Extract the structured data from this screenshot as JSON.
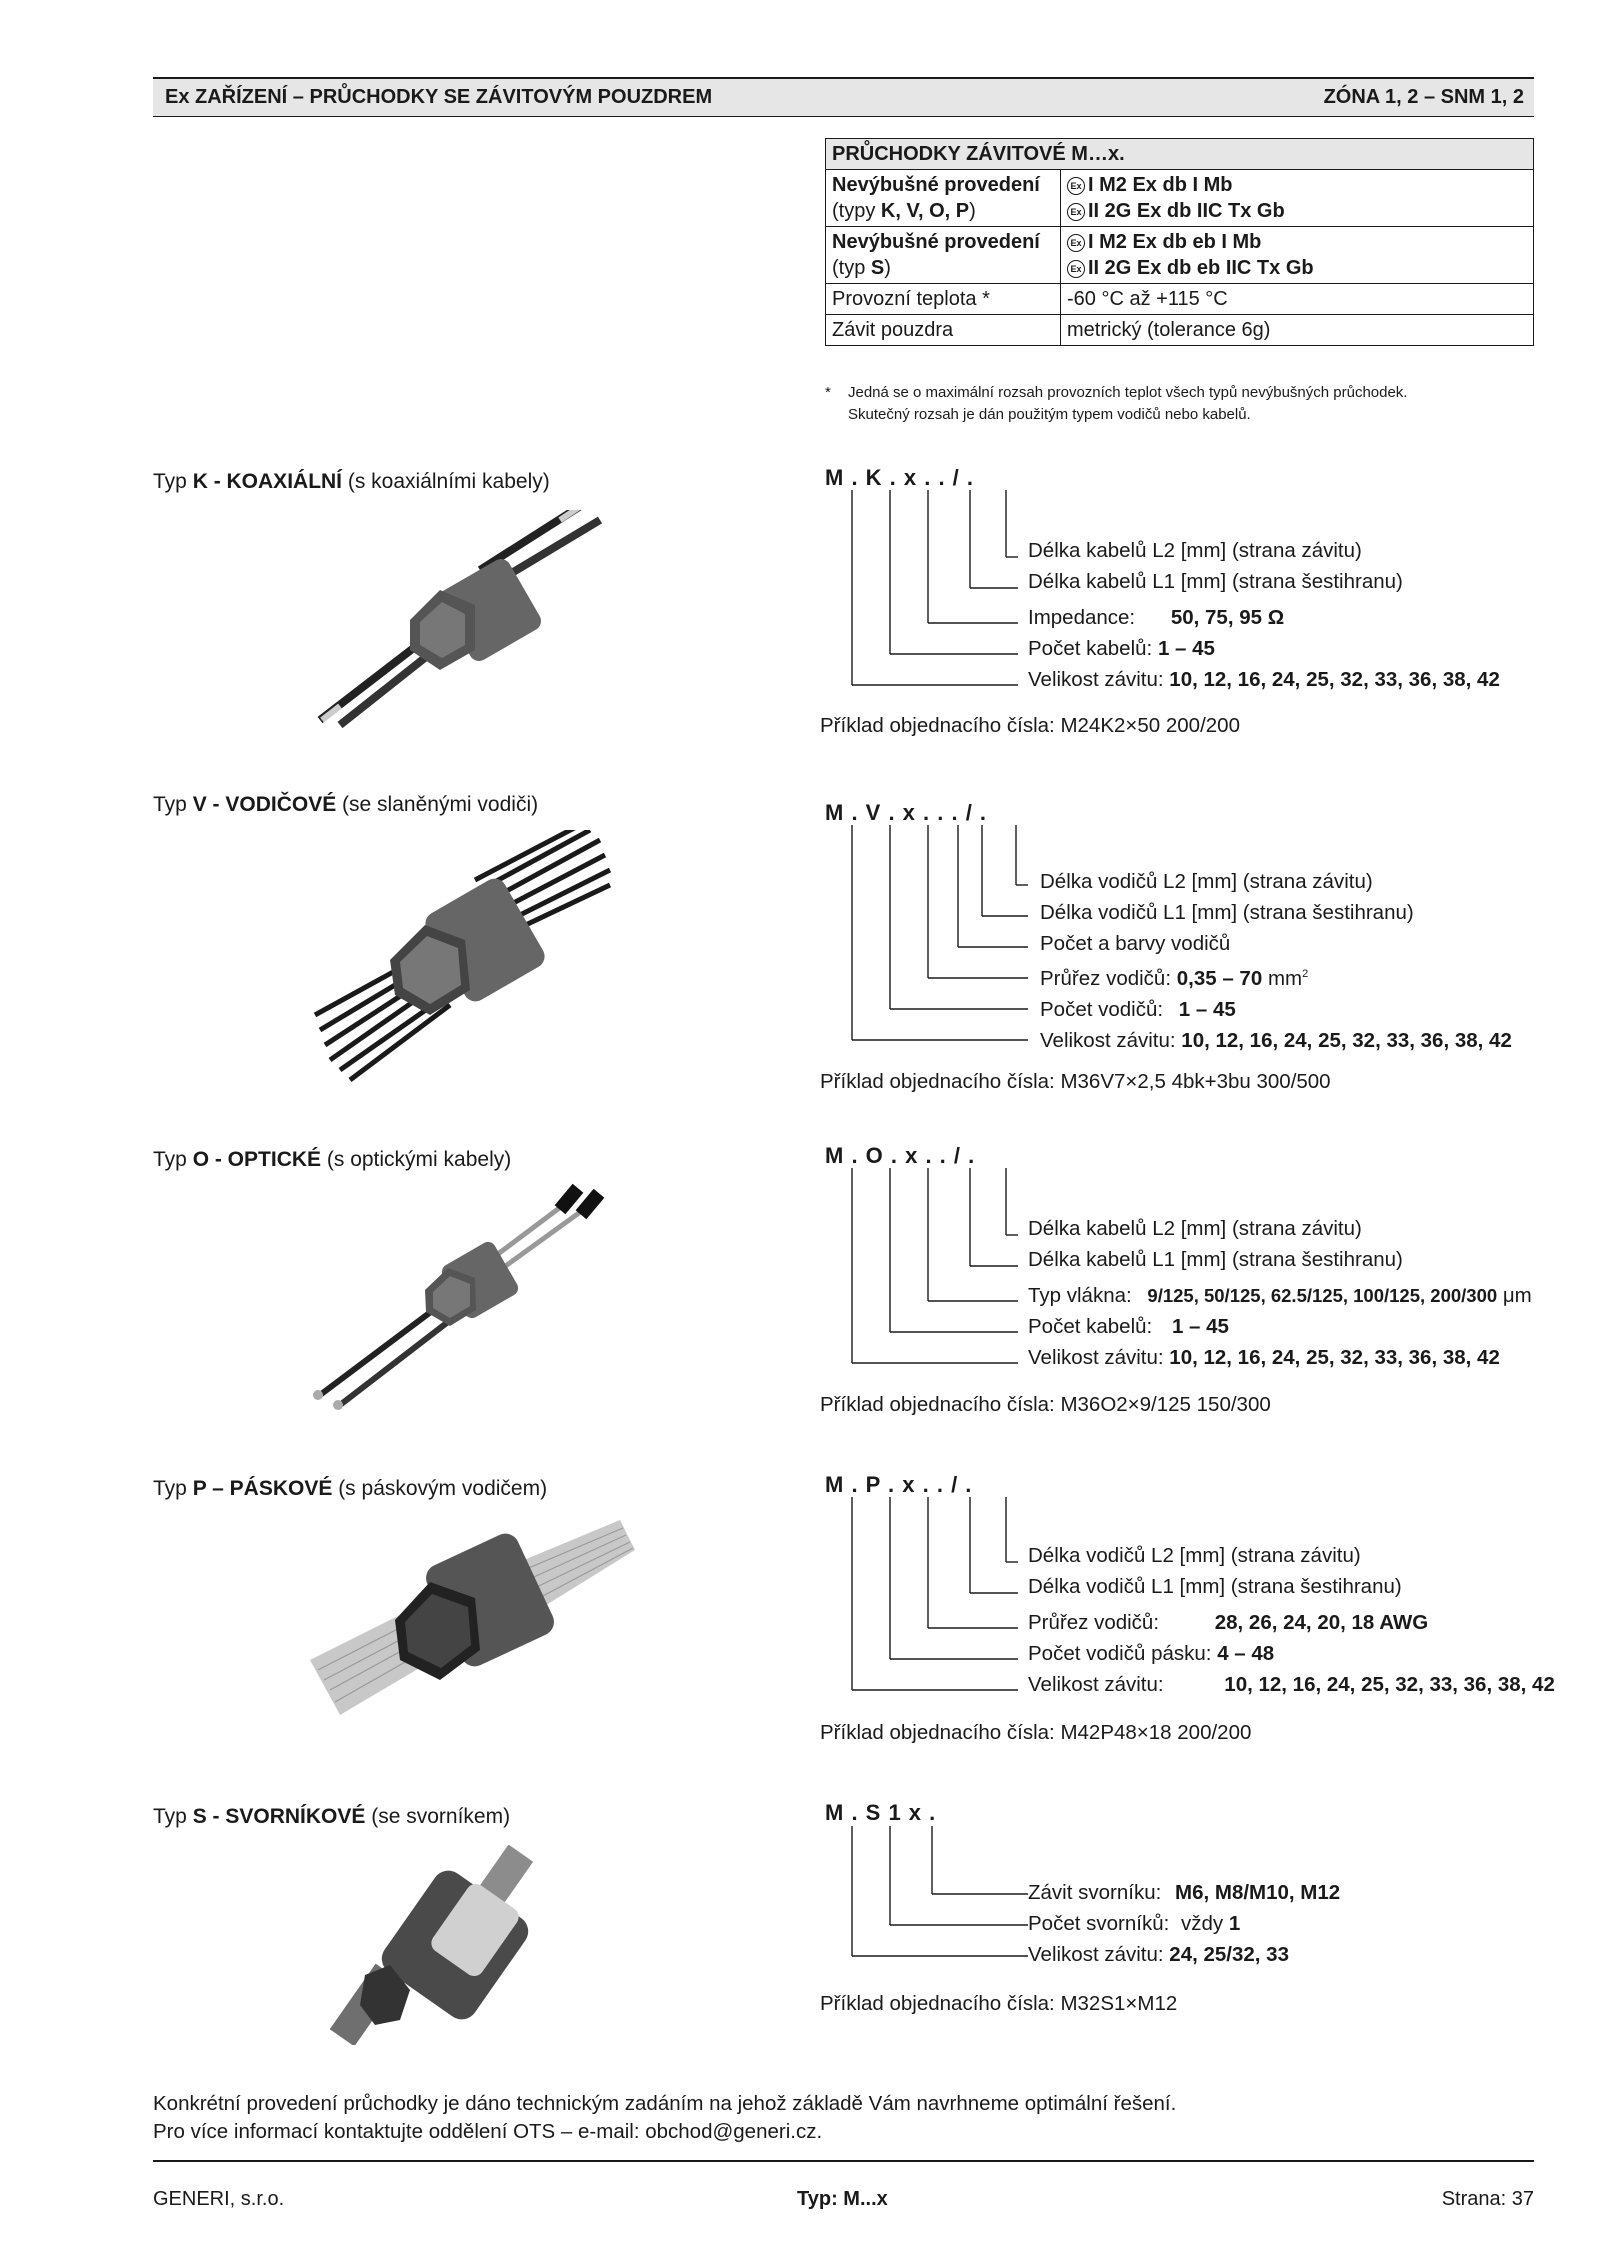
{
  "header": {
    "left": "Ex ZAŘÍZENÍ – PRŮCHODKY SE ZÁVITOVÝM POUZDREM",
    "right": "ZÓNA 1, 2 – SNM 1, 2"
  },
  "spec_table": {
    "title": "PRŮCHODKY ZÁVITOVÉ M…x.",
    "rows": [
      {
        "label_bold": "Nevýbušné provedení",
        "label_sub_prefix": "(typy ",
        "label_sub_bold": "K, V, O, P",
        "label_sub_suffix": ")",
        "val1": "I M2 Ex db I Mb",
        "val2": "II 2G Ex db IIC Tx Gb"
      },
      {
        "label_bold": "Nevýbušné provedení",
        "label_sub_prefix": "(typ ",
        "label_sub_bold": "S",
        "label_sub_suffix": ")",
        "val1": "I M2 Ex db eb I Mb",
        "val2": "II 2G Ex db eb IIC Tx Gb"
      },
      {
        "label": "Provozní teplota *",
        "value": "-60 °C až +115 °C"
      },
      {
        "label": "Závit pouzdra",
        "value": "metrický (tolerance 6g)"
      }
    ],
    "ex_symbol": "Ex",
    "note_star": "*",
    "note_line1": "Jedná se o maximální rozsah provozních teplot všech typů nevýbušných průchodek.",
    "note_line2": "Skutečný rozsah je dán použitým typem vodičů nebo kabelů."
  },
  "types": {
    "k": {
      "label_prefix": "Typ ",
      "label_bold": "K - KOAXIÁLNÍ",
      "label_suffix": " (s koaxiálními kabely)",
      "code": "M . K . x .   . / .",
      "d1": "Délka kabelů L2 [mm] (strana závitu)",
      "d2": "Délka kabelů L1 [mm] (strana šestihranu)",
      "d3_label": "Impedance:",
      "d3_value": "50, 75, 95 Ω",
      "d4_label": "Počet kabelů:",
      "d4_value": "1 – 45",
      "d5_label": "Velikost závitu:",
      "d5_value": "10, 12, 16, 24, 25, 32, 33, 36, 38, 42",
      "example": "Příklad objednacího čísla: M24K2×50 200/200"
    },
    "v": {
      "label_prefix": "Typ ",
      "label_bold": "V - VODIČOVÉ",
      "label_suffix": " (se slaněnými vodiči)",
      "code": "M . V . x . . . / .",
      "d1": "Délka vodičů L2 [mm] (strana závitu)",
      "d2": "Délka vodičů L1 [mm] (strana šestihranu)",
      "d3": "Počet a barvy vodičů",
      "d4_label": "Průřez vodičů:",
      "d4_value": "0,35 – 70",
      "d4_unit": "mm",
      "d4_sup": "2",
      "d5_label": "Počet vodičů:",
      "d5_value": "1 – 45",
      "d6_label": "Velikost závitu:",
      "d6_value": "10, 12, 16, 24, 25, 32, 33, 36, 38, 42",
      "example": "Příklad objednacího čísla: M36V7×2,5 4bk+3bu 300/500"
    },
    "o": {
      "label_prefix": "Typ ",
      "label_bold": "O - OPTICKÉ",
      "label_suffix": " (s optickými kabely)",
      "code": "M . O . x .   . / .",
      "d1": "Délka kabelů L2 [mm] (strana závitu)",
      "d2": "Délka kabelů L1 [mm] (strana šestihranu)",
      "d3_label": "Typ vlákna:",
      "d3_value": "9/125, 50/125, 62.5/125, 100/125, 200/300",
      "d3_unit": "μm",
      "d4_label": "Počet kabelů:",
      "d4_value": "1 – 45",
      "d5_label": "Velikost závitu:",
      "d5_value": "10, 12, 16, 24, 25, 32, 33, 36, 38, 42",
      "example": "Příklad objednacího čísla: M36O2×9/125 150/300"
    },
    "p": {
      "label_prefix": "Typ ",
      "label_bold": "P – PÁSKOVÉ",
      "label_suffix": " (s páskovým vodičem)",
      "code": "M . P . x .   . / .",
      "d1": "Délka vodičů L2 [mm] (strana závitu)",
      "d2": "Délka vodičů L1 [mm] (strana šestihranu)",
      "d3_label": "Průřez vodičů:",
      "d3_value": "28, 26, 24, 20, 18 AWG",
      "d4_label": "Počet vodičů pásku:",
      "d4_value": "4 – 48",
      "d5_label": "Velikost závitu:",
      "d5_value": "10, 12, 16, 24, 25, 32, 33, 36, 38, 42",
      "example": "Příklad objednacího čísla: M42P48×18 200/200"
    },
    "s": {
      "label_prefix": "Typ ",
      "label_bold": "S - SVORNÍKOVÉ",
      "label_suffix": " (se svorníkem)",
      "code": "M . S 1 x .",
      "d1_label": "Závit svorníku:",
      "d1_value": "M6, M8/M10, M12",
      "d2_label": "Počet svorníků:",
      "d2_value_prefix": "vždy ",
      "d2_value": "1",
      "d3_label": "Velikost závitu:",
      "d3_value": "24, 25/32, 33",
      "example": "Příklad objednacího čísla: M32S1×M12"
    }
  },
  "bottom_text": {
    "line1": "Konkrétní provedení průchodky je dáno technickým zadáním na jehož základě Vám navrhneme optimální řešení.",
    "line2": "Pro více informací kontaktujte oddělení OTS – e-mail: obchod@generi.cz."
  },
  "footer": {
    "left": "GENERI, s.r.o.",
    "center": "Typ: M...x",
    "right": "Strana: 37"
  }
}
